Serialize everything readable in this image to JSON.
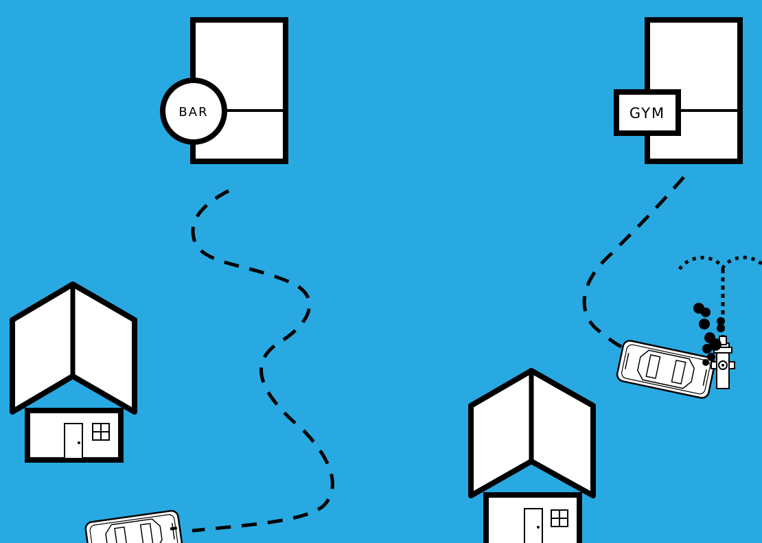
{
  "scene": {
    "background_color": "#29a9e1",
    "ink_color": "#000000",
    "fill_color": "#ffffff"
  },
  "buildings": {
    "bar": {
      "sign_label": "BAR",
      "sign_shape": "circle"
    },
    "gym": {
      "sign_label": "GYM",
      "sign_shape": "rectangle"
    }
  },
  "houses": [
    {
      "name": "house-left",
      "features": [
        "door",
        "window"
      ]
    },
    {
      "name": "house-right",
      "features": [
        "door",
        "window"
      ]
    }
  ],
  "paths": [
    {
      "name": "path-bar-to-car",
      "style": "dashed"
    },
    {
      "name": "path-gym-to-crash",
      "style": "dashed"
    },
    {
      "name": "path-water-spray",
      "style": "dotted"
    }
  ],
  "objects": {
    "cars": [
      "car-bottom-left",
      "car-crashed"
    ],
    "hydrant": "fire-hydrant",
    "smoke": "smoke-puffs"
  }
}
